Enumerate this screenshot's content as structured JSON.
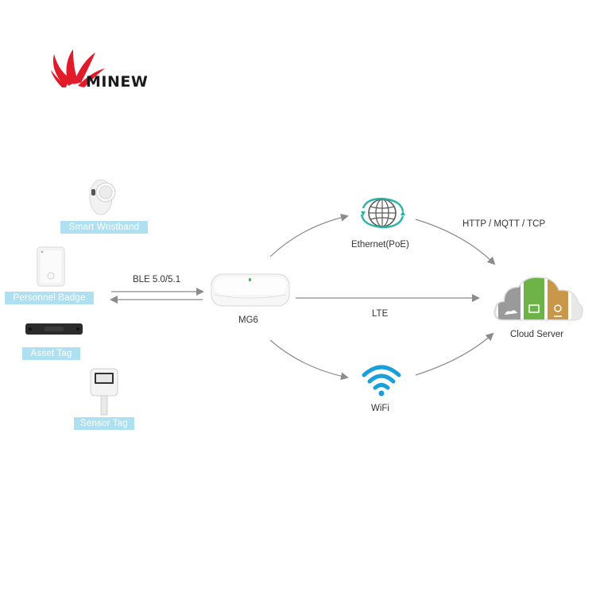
{
  "brand": {
    "name": "MINEW",
    "color": "#e21b2b"
  },
  "devices": [
    {
      "icon": "smart-wristband-icon",
      "label": "Smart Wristband"
    },
    {
      "icon": "personnel-badge-icon",
      "label": "Personnel Badge"
    },
    {
      "icon": "asset-tag-icon",
      "label": "Asset Tag"
    },
    {
      "icon": "sensor-tag-icon",
      "label": "Sensor Tag"
    }
  ],
  "link_ble": "BLE 5.0/5.1",
  "gateway": {
    "icon": "gateway-icon",
    "label": "MG6"
  },
  "ethernet": {
    "icon": "globe-icon",
    "label": "Ethernet(PoE)"
  },
  "lte_label": "LTE",
  "wifi": {
    "icon": "wifi-icon",
    "label": "WiFi"
  },
  "protocols": "HTTP / MQTT / TCP",
  "cloud": {
    "icon": "cloud-server-icon",
    "label": "Cloud Server"
  },
  "colors": {
    "tag_bg": "#aee0f2",
    "arrow": "#8c8c8c",
    "wifi": "#1aa0d8",
    "globe_ring": "#2db3a6"
  }
}
